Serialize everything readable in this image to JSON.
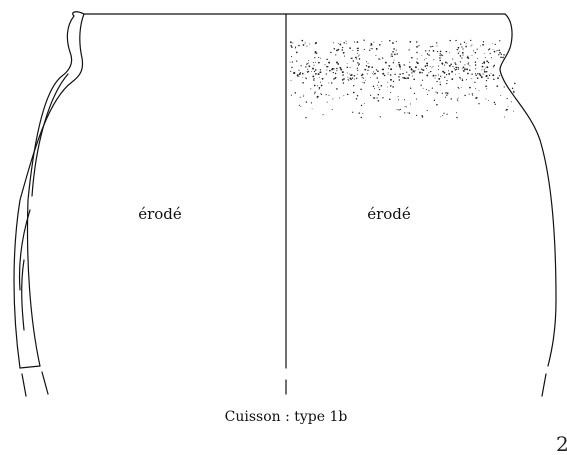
{
  "annotations": {
    "left_half": "érodé",
    "right_half": "érodé"
  },
  "caption": "Cuisson : type 1b",
  "page_number": "2",
  "colors": {
    "ink": "#111111",
    "background": "#ffffff"
  }
}
